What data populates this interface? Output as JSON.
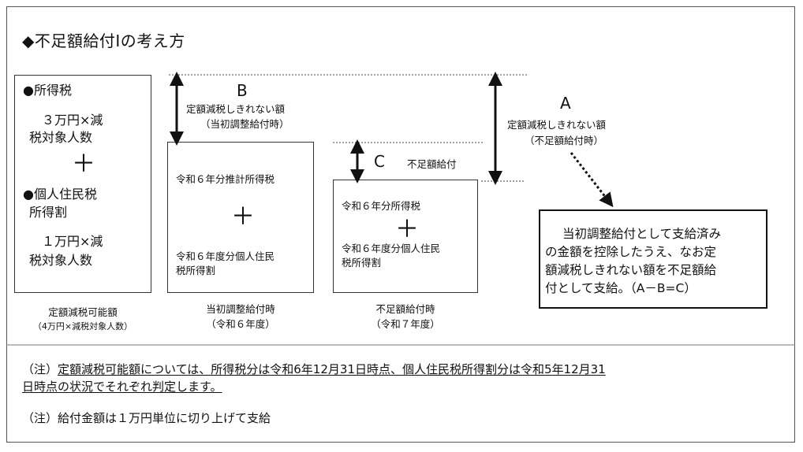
{
  "title": "◆不足額給付Ⅰの考え方",
  "box1": {
    "item1_heading": "●所得税",
    "item1_line1": "３万円×減",
    "item1_line2": "税対象人数",
    "plus": "＋",
    "item2_heading1": "●個人住民税",
    "item2_heading2": "所得割",
    "item2_line1": "１万円×減",
    "item2_line2": "税対象人数",
    "caption1": "定額減税可能額",
    "caption2": "（4万円×減税対象人数）"
  },
  "box2": {
    "line1": "令和６年分推計所得税",
    "plus": "＋",
    "line2a": "令和６年度分個人住民",
    "line2b": "税所得割",
    "caption1": "当初調整給付時",
    "caption2": "（令和６年度）"
  },
  "box3": {
    "line1": "令和６年分所得税",
    "plus": "＋",
    "line2a": "令和６年度分個人住民",
    "line2b": "税所得割",
    "caption1": "不足額給付時",
    "caption2": "（令和７年度）"
  },
  "label_b": {
    "letter": "B",
    "line1": "定額減税しきれない額",
    "line2": "（当初調整給付時）"
  },
  "label_c": {
    "letter": "C",
    "text": "不足額給付"
  },
  "label_a": {
    "letter": "A",
    "line1": "定額減税しきれない額",
    "line2": "（不足額給付時）"
  },
  "callout": {
    "line1": "当初調整給付として支給済み",
    "line2": "の金額を控除したうえ、なお定",
    "line3": "額減税しきれない額を不足額給",
    "line4": "付として支給。（A－B=C）"
  },
  "notes": {
    "note1_prefix": "（注）",
    "note1_line1": "定額減税可能額については、所得税分は令和6年12月31日時点、個人住民税所得割分は令和5年12月31",
    "note1_line2": "日時点の状況でそれぞれ判定します。",
    "note2": "（注）給付金額は１万円単位に切り上げて支給"
  }
}
